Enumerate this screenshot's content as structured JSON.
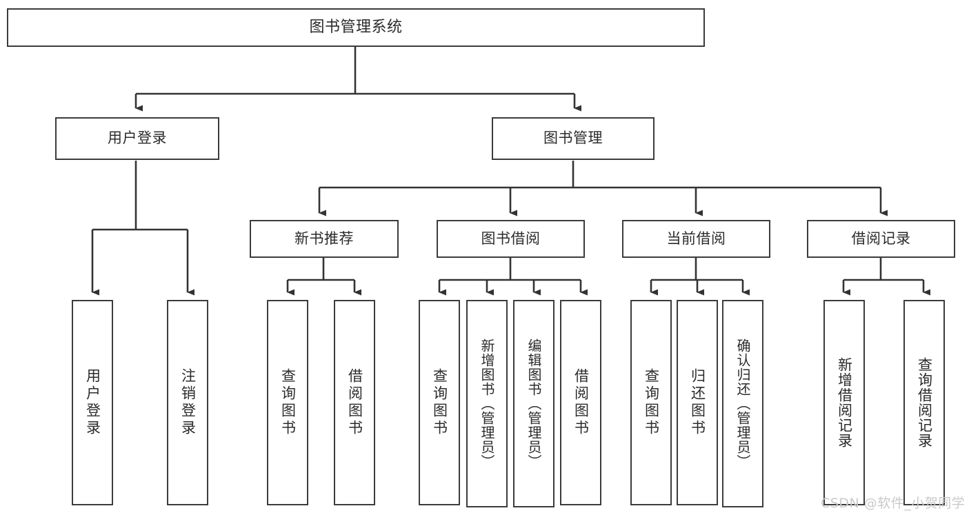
{
  "diagram": {
    "title": "图书管理系统",
    "type": "hierarchy-tree",
    "colors": {
      "background": "#ffffff",
      "box_border": "#3b3b3b",
      "box_fill": "#ffffff",
      "text": "#2b2b2b",
      "connector": "#333333",
      "watermark": "#c9c9c9"
    },
    "root": {
      "label": "图书管理系统"
    },
    "level2": [
      {
        "label": "用户登录"
      },
      {
        "label": "图书管理"
      }
    ],
    "level3": [
      {
        "label": "新书推荐"
      },
      {
        "label": "图书借阅"
      },
      {
        "label": "当前借阅"
      },
      {
        "label": "借阅记录"
      }
    ],
    "leaves": {
      "user_login": [
        {
          "label": "用户登录"
        },
        {
          "label": "注销登录"
        }
      ],
      "new_book_recommend": [
        {
          "label": "查询图书"
        },
        {
          "label": "借阅图书"
        }
      ],
      "book_borrow": [
        {
          "label": "查询图书"
        },
        {
          "label": "新增图书（管理员）"
        },
        {
          "label": "编辑图书（管理员）"
        },
        {
          "label": "借阅图书"
        }
      ],
      "current_borrow": [
        {
          "label": "查询图书"
        },
        {
          "label": "归还图书"
        },
        {
          "label": "确认归还（管理员）"
        }
      ],
      "borrow_record": [
        {
          "label": "新增借阅记录"
        },
        {
          "label": "查询借阅记录"
        }
      ]
    }
  },
  "watermark": {
    "text": "CSDN @软件_小贺同学"
  }
}
